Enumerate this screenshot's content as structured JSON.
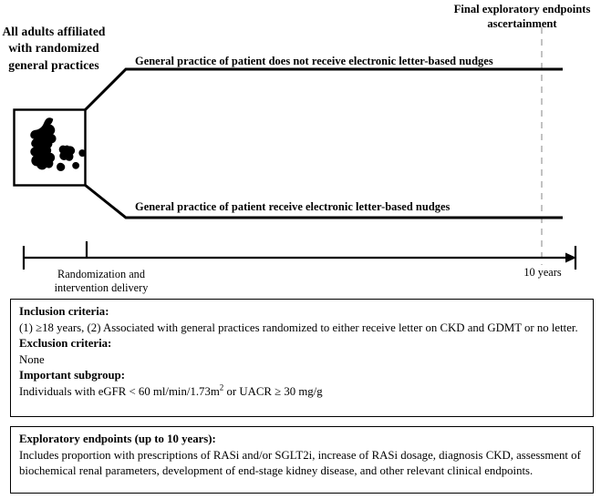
{
  "figure": {
    "cohort_box_label": "All adults affiliated with randomized general practices",
    "cohort_icon": "denmark-map-icon",
    "final_assessment_label": "Final exploratory endpoints ascertainment",
    "arms": [
      {
        "id": "control",
        "label": "General practice of patient does not receive electronic letter-based nudges"
      },
      {
        "id": "intervention",
        "label": "General practice of patient receive electronic letter-based nudges"
      }
    ],
    "timeline": {
      "start_tick_label": "Randomization and intervention delivery",
      "end_tick_label": "10 years",
      "dashed_marker_color": "#bbbbbb",
      "axis_color": "#000000"
    }
  },
  "criteria_box": {
    "inclusion_heading": "Inclusion criteria:",
    "inclusion_text": "(1) ≥18 years, (2) Associated with general practices randomized to either receive letter on CKD and GDMT or no letter.",
    "exclusion_heading": "Exclusion criteria:",
    "exclusion_text": "None",
    "subgroup_heading": "Important subgroup:",
    "subgroup_text_pre": "Individuals with eGFR < 60 ml/min/1.73m",
    "subgroup_text_sup": "2",
    "subgroup_text_post": " or UACR ≥ 30 mg/g"
  },
  "endpoints_box": {
    "heading": "Exploratory endpoints (up to 10 years):",
    "text": "Includes proportion with prescriptions of RASi and/or SGLT2i, increase of RASi dosage, diagnosis CKD, assessment of biochemical renal parameters, development of end-stage kidney disease, and other relevant clinical endpoints."
  }
}
